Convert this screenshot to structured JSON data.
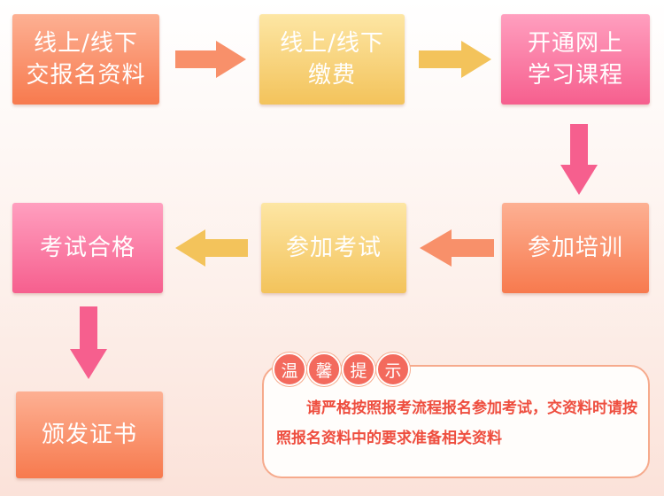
{
  "steps": {
    "submit": "线上/线下\n交报名资料",
    "pay": "线上/线下\n缴费",
    "open": "开通网上\n学习课程",
    "training": "参加培训",
    "exam": "参加考试",
    "pass": "考试合格",
    "certificate": "颁发证书"
  },
  "notice": {
    "title_chars": [
      "温",
      "馨",
      "提",
      "示"
    ],
    "text": "请严格按照报考流程报名参加考试，交资料时请按照报名资料中的要求准备相关资料"
  },
  "colors": {
    "orange": "#f77a4e",
    "yellow": "#f3c35b",
    "pink": "#f65f8e",
    "notice_text": "#ee4e3f"
  }
}
